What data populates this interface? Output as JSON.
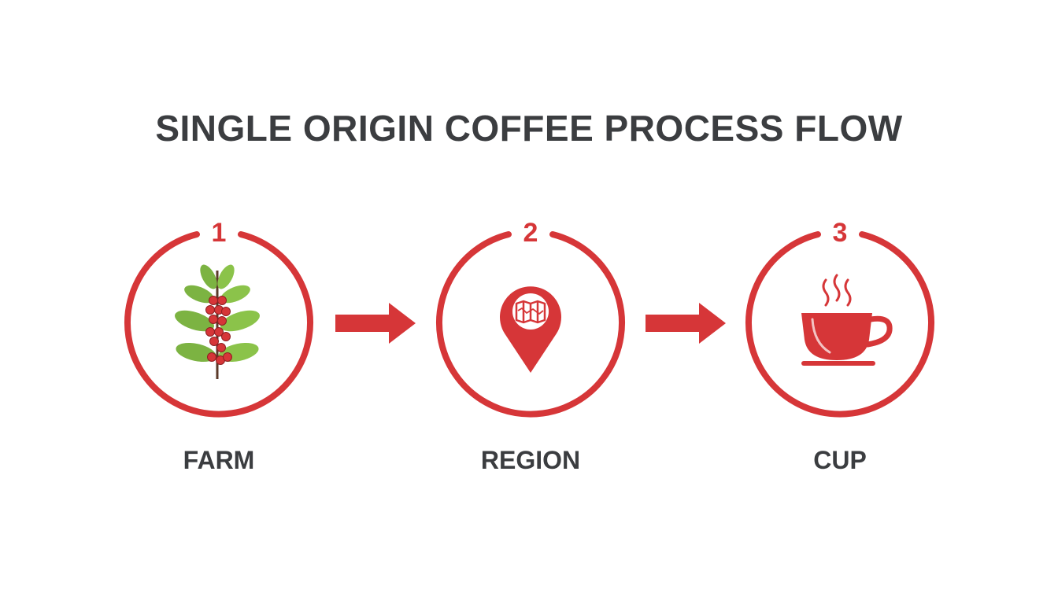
{
  "title": "SINGLE ORIGIN COFFEE PROCESS FLOW",
  "colors": {
    "accent": "#d63638",
    "text": "#3b3d40",
    "leaf": "#7cb342",
    "background": "#ffffff"
  },
  "steps": [
    {
      "number": "1",
      "label": "FARM",
      "icon": "coffee-plant-icon"
    },
    {
      "number": "2",
      "label": "REGION",
      "icon": "map-pin-icon"
    },
    {
      "number": "3",
      "label": "CUP",
      "icon": "coffee-cup-icon"
    }
  ],
  "connectors": [
    {
      "icon": "arrow-right-icon"
    },
    {
      "icon": "arrow-right-icon"
    }
  ]
}
